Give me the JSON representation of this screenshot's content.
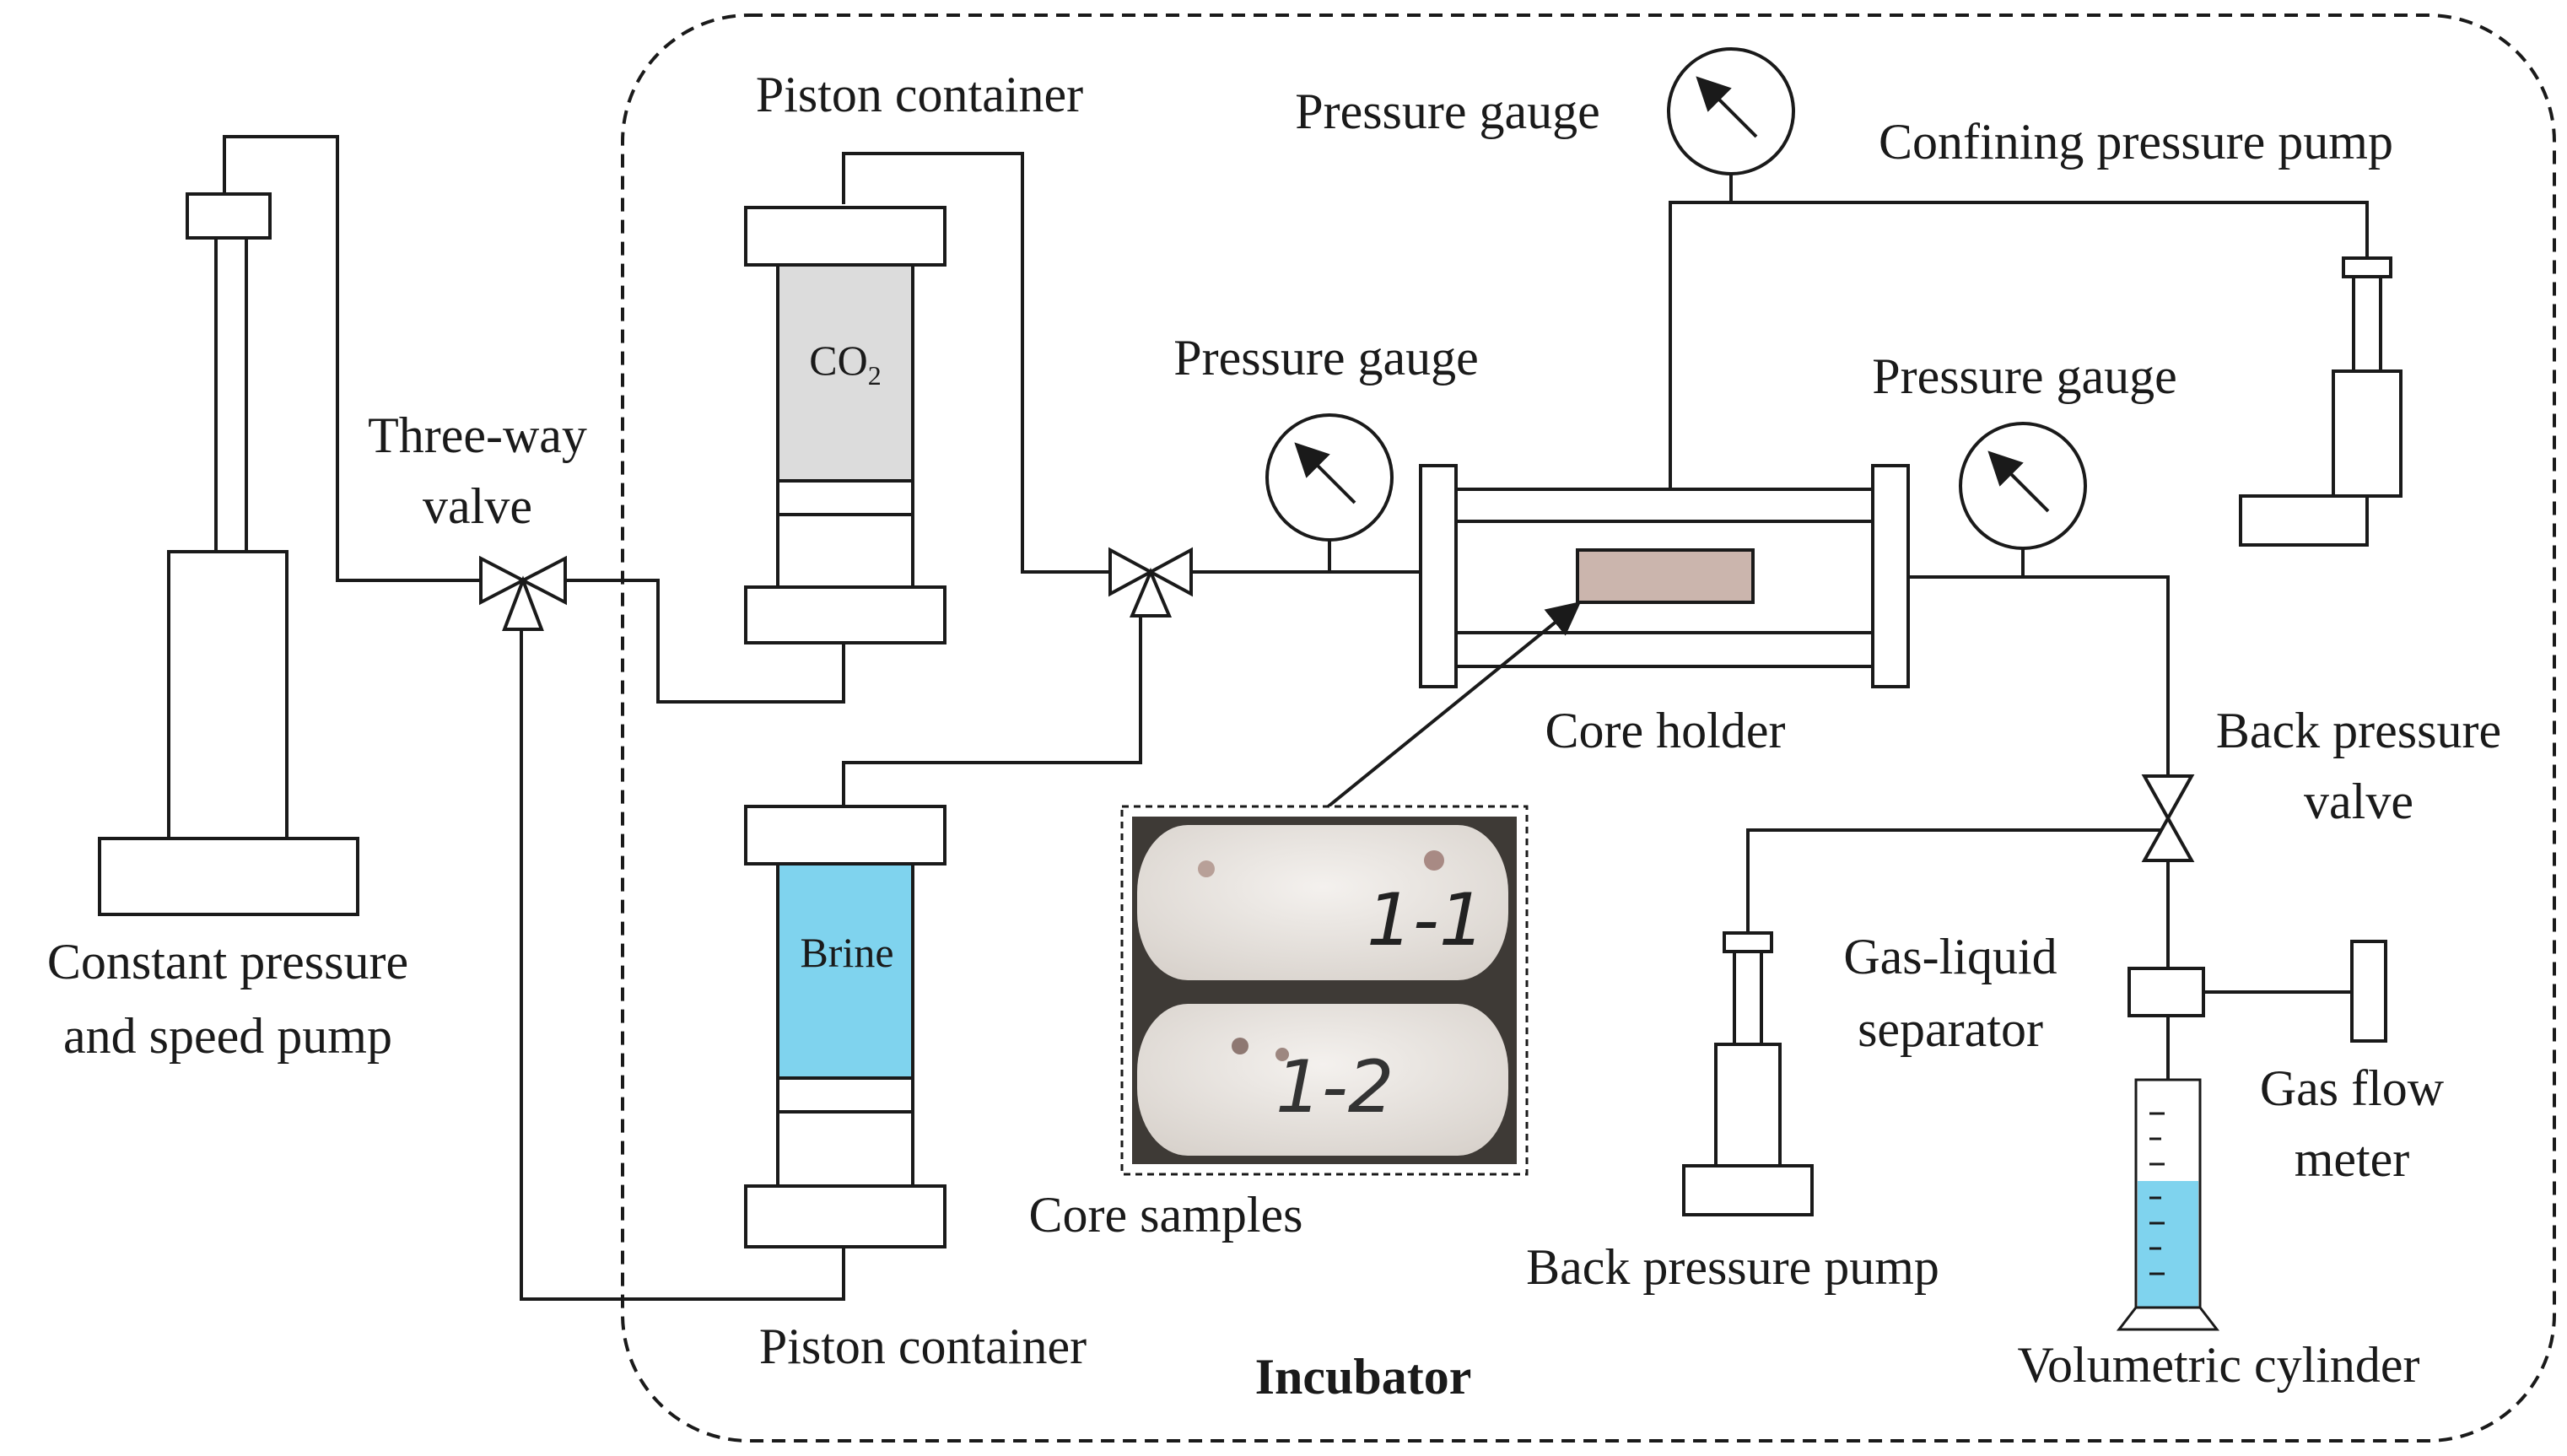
{
  "labels": {
    "constant_pump_line1": "Constant pressure",
    "constant_pump_line2": "and speed pump",
    "three_way_line1": "Three-way",
    "three_way_line2": "valve",
    "piston_top": "Piston container",
    "piston_bottom": "Piston container",
    "co2_base": "CO",
    "co2_sub": "2",
    "brine": "Brine",
    "gauge_left": "Pressure gauge",
    "gauge_top": "Pressure gauge",
    "gauge_right": "Pressure gauge",
    "confining_pump": "Confining pressure pump",
    "core_holder": "Core holder",
    "back_valve_line1": "Back pressure",
    "back_valve_line2": "valve",
    "separator_line1": "Gas-liquid",
    "separator_line2": "separator",
    "flow_meter_line1": "Gas flow",
    "flow_meter_line2": "meter",
    "back_pump": "Back pressure pump",
    "volumetric": "Volumetric cylinder",
    "core_samples": "Core samples",
    "incubator": "Incubator",
    "sample_1": "1-1",
    "sample_2": "1-2"
  },
  "colors": {
    "line": "#1a1a1a",
    "co2_fill": "#dcdcdc",
    "brine_fill": "#7fd3ee",
    "core_fill": "#cbb5ad",
    "liquid_fill": "#7fd3ee",
    "photo_bg": "#3e3a36",
    "sample_fill": "#ece8e4"
  }
}
